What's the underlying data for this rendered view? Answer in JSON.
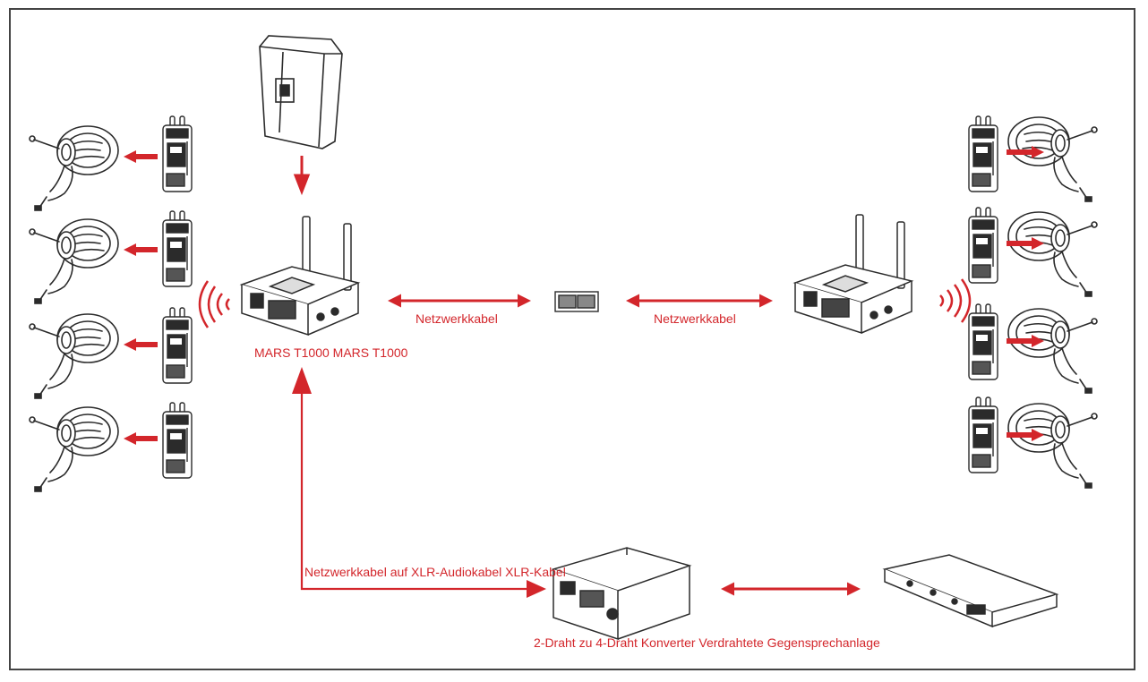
{
  "labels": {
    "cable_left": "Netzwerkkabel",
    "cable_right": "Netzwerkkabel",
    "transceivers": "MARS T1000 MARS T1000",
    "bottom_cable": "Netzwerkkabel auf XLR-Audiokabel  XLR-Kabel",
    "converter": "2-Draht zu 4-Draht Konverter Verdrahtete Gegensprechanlage"
  },
  "colors": {
    "accent": "#d3262b",
    "line": "#2b2b2b",
    "frame": "#444444"
  },
  "icons": [
    "headset-icon",
    "beltpack-icon",
    "transceiver-icon",
    "power-supply-icon",
    "network-switch-icon",
    "converter-icon",
    "intercom-rack-icon",
    "wireless-signal-icon"
  ]
}
